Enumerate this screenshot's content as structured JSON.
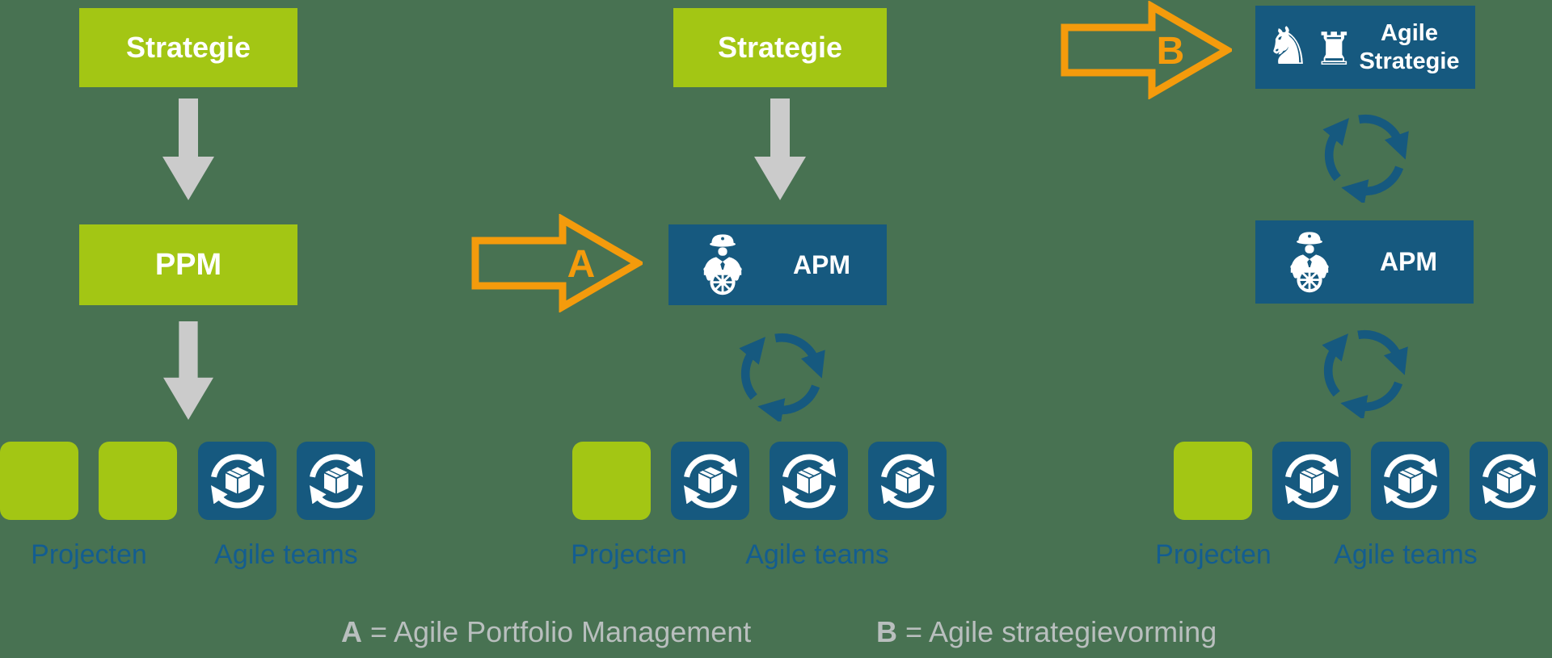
{
  "palette": {
    "background": "#487252",
    "lime_green": "#a3c614",
    "dark_blue": "#16597f",
    "orange": "#f49b0c",
    "gray_arrow": "#cbcbcb",
    "label_blue": "#135d90",
    "legend_gray": "#b9bfbe",
    "white": "#ffffff"
  },
  "icons": {
    "knight_glyph": "♞",
    "rook_glyph": "♜",
    "captain_icon": "captain-at-helm",
    "package_cycle_icon": "package-in-cycle",
    "cycle_icon": "circular-arrows"
  },
  "col1": {
    "strategie": "Strategie",
    "ppm": "PPM",
    "projecten": "Projecten",
    "agile_teams": "Agile teams"
  },
  "col2": {
    "strategie": "Strategie",
    "arrow_label": "A",
    "apm": "APM",
    "projecten": "Projecten",
    "agile_teams": "Agile teams"
  },
  "col3": {
    "arrow_label": "B",
    "strategy_line1": "Agile",
    "strategy_line2": "Strategie",
    "apm": "APM",
    "projecten": "Projecten",
    "agile_teams": "Agile teams"
  },
  "legend": {
    "a_key": "A",
    "a_text": " = Agile Portfolio Management",
    "b_key": "B",
    "b_text": " = Agile strategievorming"
  }
}
